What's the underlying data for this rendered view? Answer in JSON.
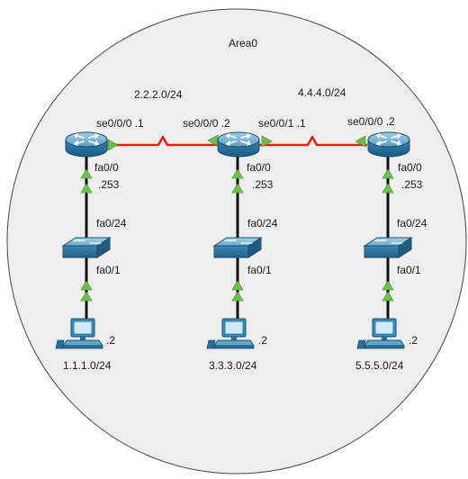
{
  "area_label": "Area0",
  "networks": {
    "wan_left": "2.2.2.0/24",
    "wan_right": "4.4.4.0/24",
    "lan_left": "1.1.1.0/24",
    "lan_mid": "3.3.3.0/24",
    "lan_right": "5.5.5.0/24"
  },
  "interfaces": {
    "r1_serial": "se0/0/0 .1",
    "r2_serial_left": "se0/0/0 .2",
    "r2_serial_right": "se0/0/1 .1",
    "r3_serial": "se0/0/0 .2",
    "router_fa": "fa0/0",
    "router_fa_host": ".253",
    "switch_up": "fa0/24",
    "switch_down": "fa0/1",
    "pc_host": ".2"
  },
  "colors": {
    "area_fill": "#eeeeee",
    "serial_link": "#e8201c",
    "ethernet_link": "#111111",
    "status_up": "#6cc04a",
    "device_blue": "#2f7aa6"
  },
  "icons": {
    "router": "router-icon",
    "switch": "switch-icon",
    "pc": "pc-icon"
  }
}
